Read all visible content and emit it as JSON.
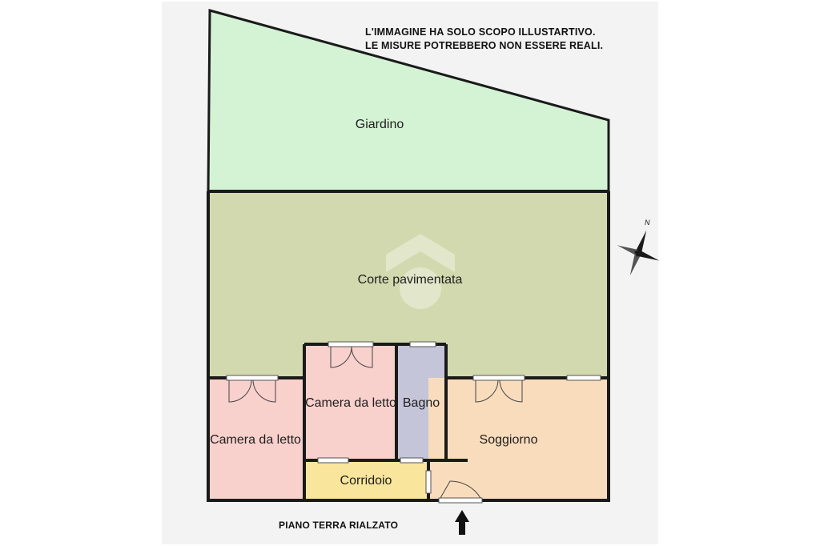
{
  "disclaimer": {
    "line1": "L'IMMAGINE HA SOLO SCOPO ILLUSTARTIVO.",
    "line2": "LE MISURE POTREBBERO NON ESSERE REALI."
  },
  "rooms": {
    "garden": "Giardino",
    "courtyard": "Corte pavimentata",
    "bedroom_1": "Camera da letto",
    "bedroom_2": "Camera da letto",
    "bathroom": "Bagno",
    "living": "Soggiorno",
    "corridor": "Corridoio"
  },
  "floor_label": "PIANO TERRA RIALZATO",
  "compass": {
    "north_label": "N"
  },
  "colors": {
    "garden": "#d4f2d4",
    "courtyard": "#d3d9ae",
    "bedroom": "#f8d0cc",
    "bathroom": "#c5c5d9",
    "living": "#f9dcbc",
    "corridor": "#f9e59b",
    "wall": "#1a1a1a",
    "background": "#f3f3f3"
  },
  "icons": [
    "compass-rose-icon",
    "entrance-arrow-icon",
    "watermark-logo-icon"
  ]
}
